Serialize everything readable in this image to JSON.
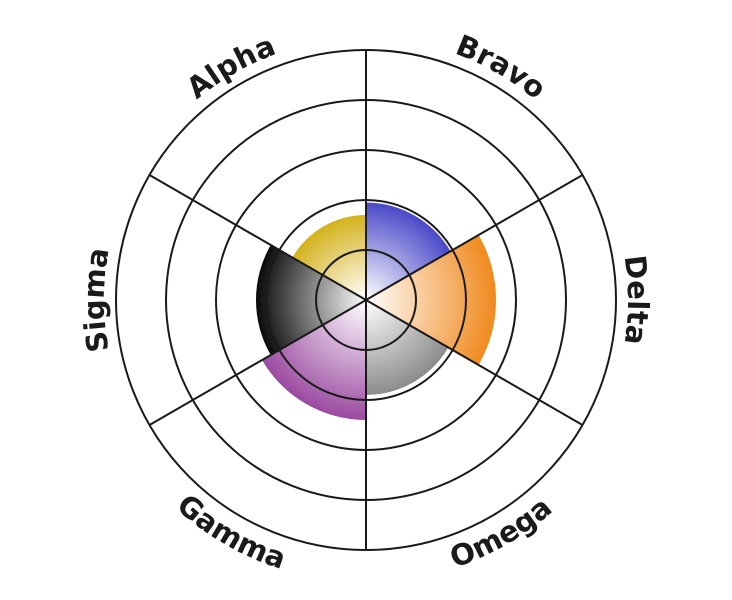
{
  "chart_data": {
    "type": "polar-area",
    "title": "",
    "categories": [
      "Alpha",
      "Bravo",
      "Delta",
      "Omega",
      "Gamma",
      "Sigma"
    ],
    "values": [
      3.4,
      3.9,
      5.2,
      3.8,
      4.8,
      4.4
    ],
    "colors": [
      "#d4b21c",
      "#4a49c8",
      "#f08a1e",
      "#8c8c8c",
      "#9a4aa0",
      "#0a0a0a"
    ],
    "rlim": [
      0,
      10
    ],
    "rticks": [
      1,
      2,
      3,
      4,
      5,
      6,
      7,
      8,
      9,
      10
    ],
    "grid": true,
    "legend": "none"
  }
}
